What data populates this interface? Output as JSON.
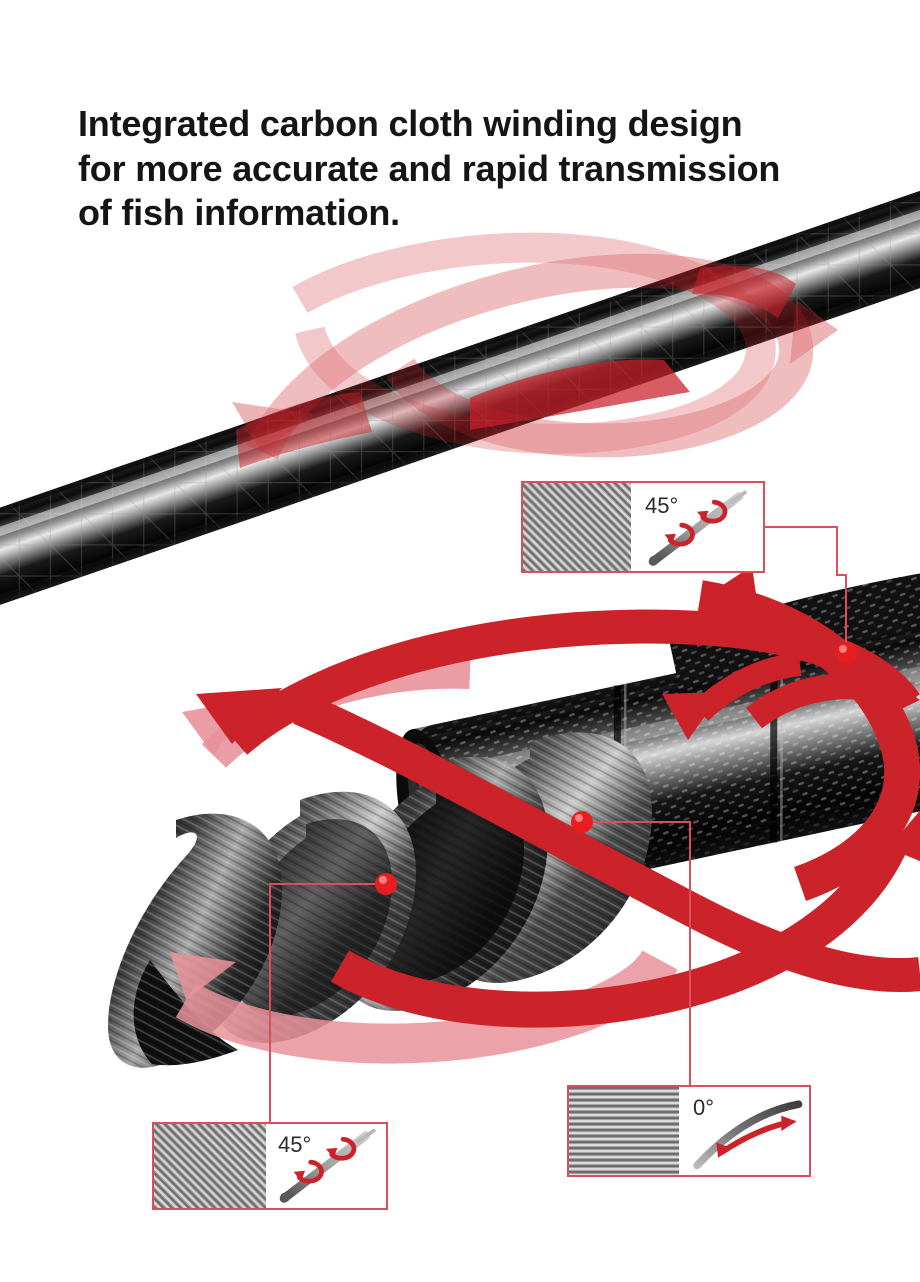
{
  "headline": {
    "line1": "Integrated carbon cloth winding design",
    "line2": "for more accurate and rapid transmission",
    "line3": "of fish information."
  },
  "colors": {
    "arrow_red": "#cc2229",
    "arrow_red_light": "#e8929a",
    "callout_border": "#d9505c",
    "leader_line": "#d9505c",
    "marker_dot": "#e81d1d",
    "text": "#151515",
    "background": "#ffffff",
    "rod_dark": "#101010",
    "swatch_gray": "#9d9d9d"
  },
  "callouts": [
    {
      "id": "callout-top-right",
      "angle_label": "45°",
      "weave": "diagonal-45",
      "icon": "rod-torsion-icon",
      "description": "Straight rod shown at 45 degrees with two red rotational torsion arrows"
    },
    {
      "id": "callout-bottom-left",
      "angle_label": "45°",
      "weave": "diagonal-45",
      "icon": "rod-torsion-icon",
      "description": "Straight rod shown at 45 degrees with two red rotational torsion arrows"
    },
    {
      "id": "callout-bottom-right",
      "angle_label": "0°",
      "weave": "horizontal-0",
      "icon": "rod-bend-icon",
      "description": "Curved bending rod with a red bending direction arrow"
    }
  ],
  "markers": [
    {
      "id": "marker-upper-rod",
      "label": ""
    },
    {
      "id": "marker-spiral-cloth",
      "label": ""
    },
    {
      "id": "marker-rod-body",
      "label": ""
    }
  ],
  "illustration": {
    "top_rod": "glossy black carbon fiber rod running diagonally with translucent red spiral ribbon arrows",
    "main_rod": "carbon fiber blank with spiral carbon cloth wrapping peeling away at the left end",
    "red_x_arrows": "two broad red arrows crossing in an X over the rod body indicating bi-directional winding"
  }
}
